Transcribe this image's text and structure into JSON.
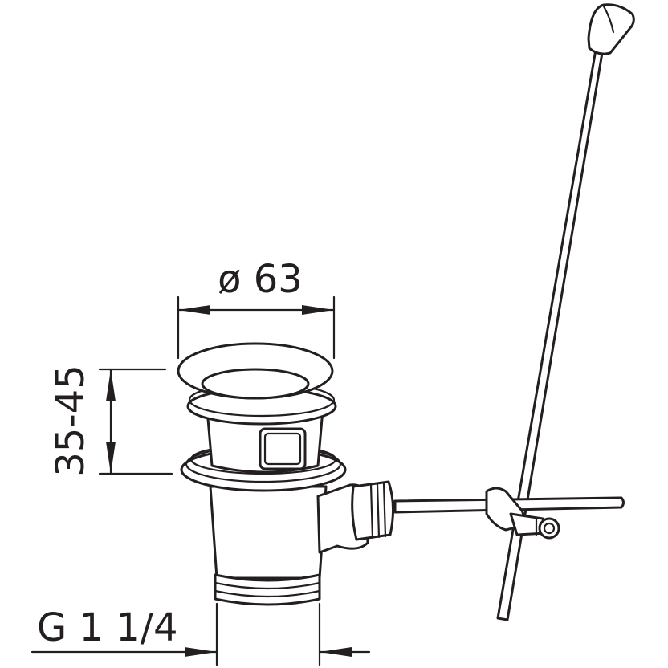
{
  "dimensions": {
    "diameter_label": "ø 63",
    "height_label": "35-45",
    "thread_label": "G 1 1/4"
  },
  "colors": {
    "line": "#231f20",
    "background": "#ffffff"
  }
}
